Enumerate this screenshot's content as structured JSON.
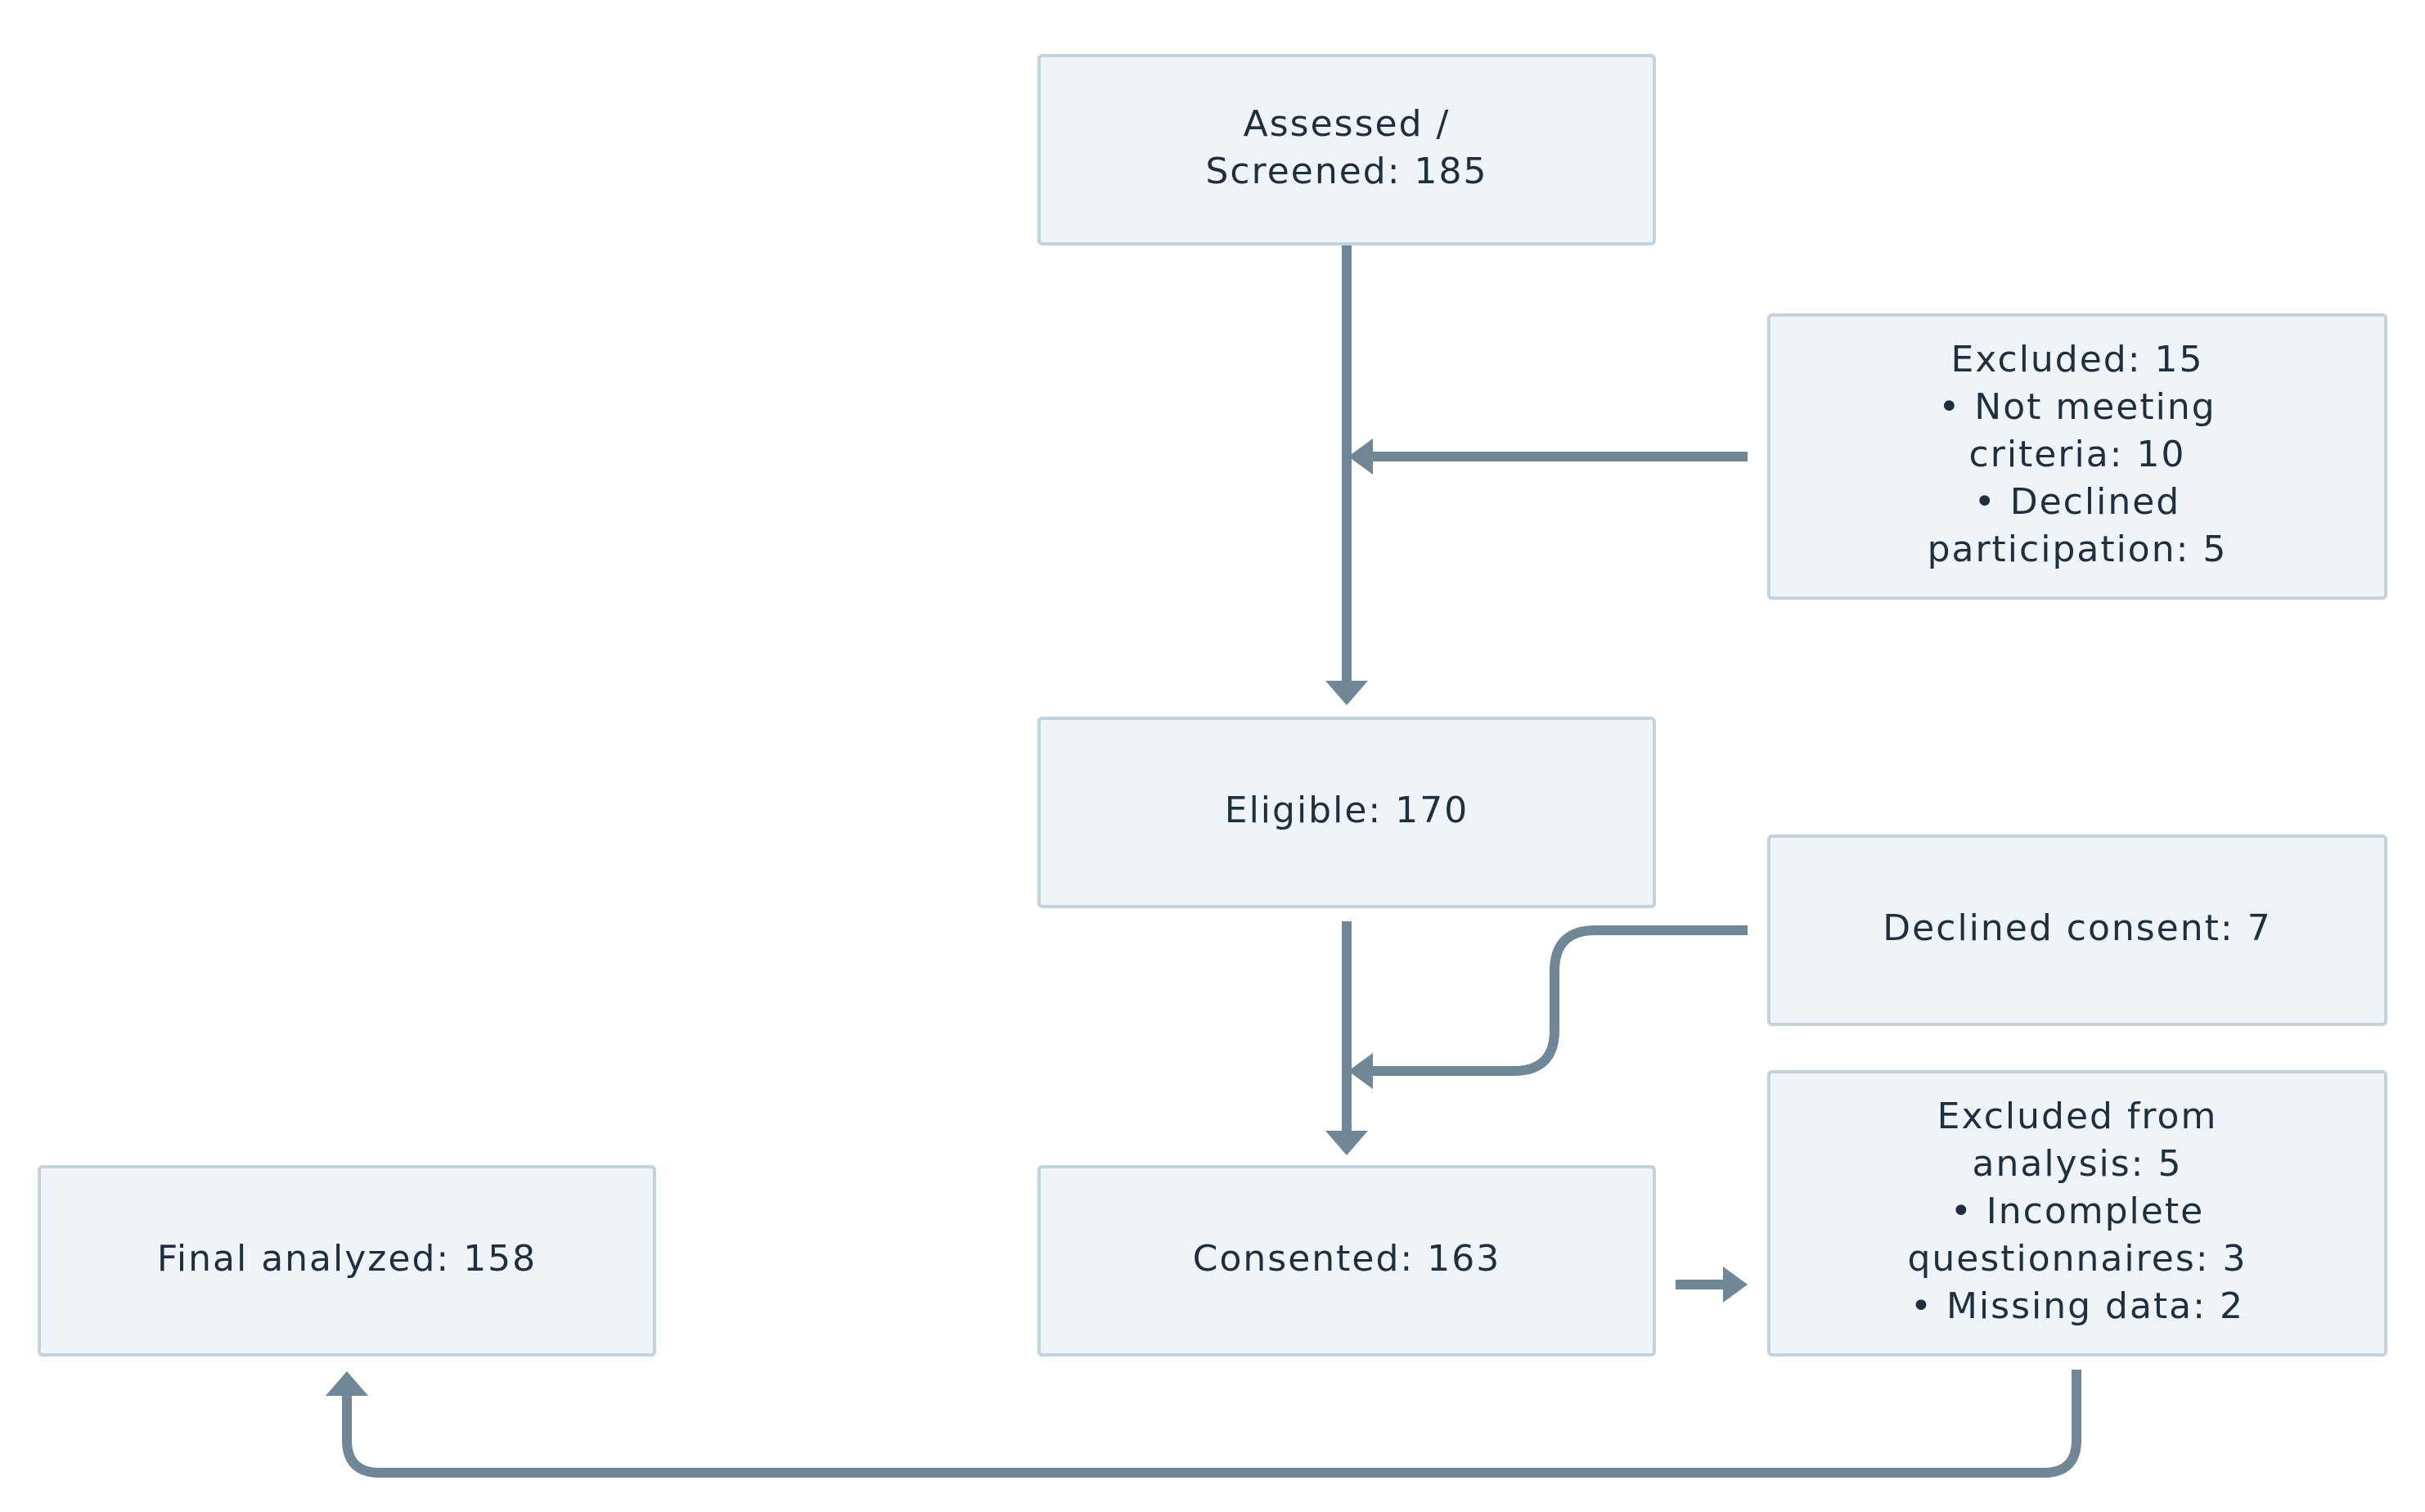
{
  "nodes": {
    "assessed": {
      "lines": [
        "Assessed /",
        "Screened: 185"
      ]
    },
    "excluded": {
      "lines": [
        "Excluded: 15",
        "• Not meeting",
        "criteria: 10",
        "• Declined",
        "participation: 5"
      ]
    },
    "eligible": {
      "lines": [
        "Eligible: 170"
      ]
    },
    "declined_consent": {
      "lines": [
        "Declined consent: 7"
      ]
    },
    "consented": {
      "lines": [
        "Consented: 163"
      ]
    },
    "excluded_analysis": {
      "lines": [
        "Excluded from",
        "analysis: 5",
        "• Incomplete",
        "questionnaires: 3",
        "• Missing data: 2"
      ]
    },
    "final": {
      "lines": [
        "Final analyzed: 158"
      ]
    }
  }
}
